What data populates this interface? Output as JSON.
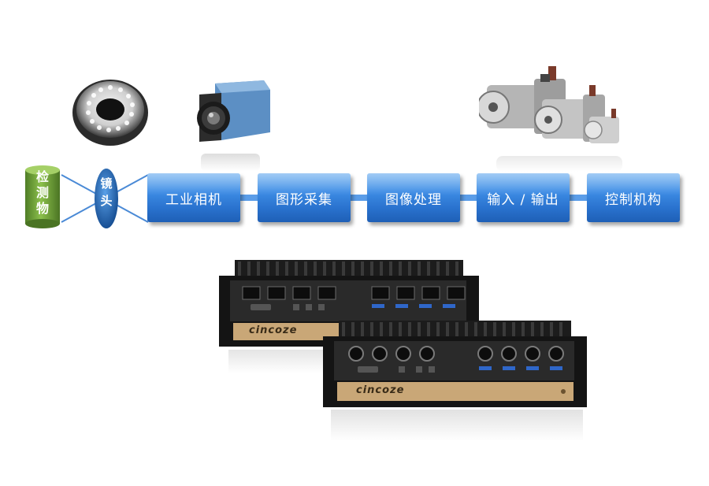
{
  "object_label": "检\n测\n物",
  "lens_label": "镜\n头",
  "steps": [
    {
      "label": "工业相机"
    },
    {
      "label": "图形采集"
    },
    {
      "label": "图像处理"
    },
    {
      "label": "输入 / 输出"
    },
    {
      "label": "控制机构"
    }
  ],
  "brand": "cincoze",
  "colors": {
    "box_blue": "#2a73cf",
    "cylinder_green": "#6b9b3a",
    "lens_blue": "#1f5fae",
    "panel_gold": "#c9a777"
  }
}
